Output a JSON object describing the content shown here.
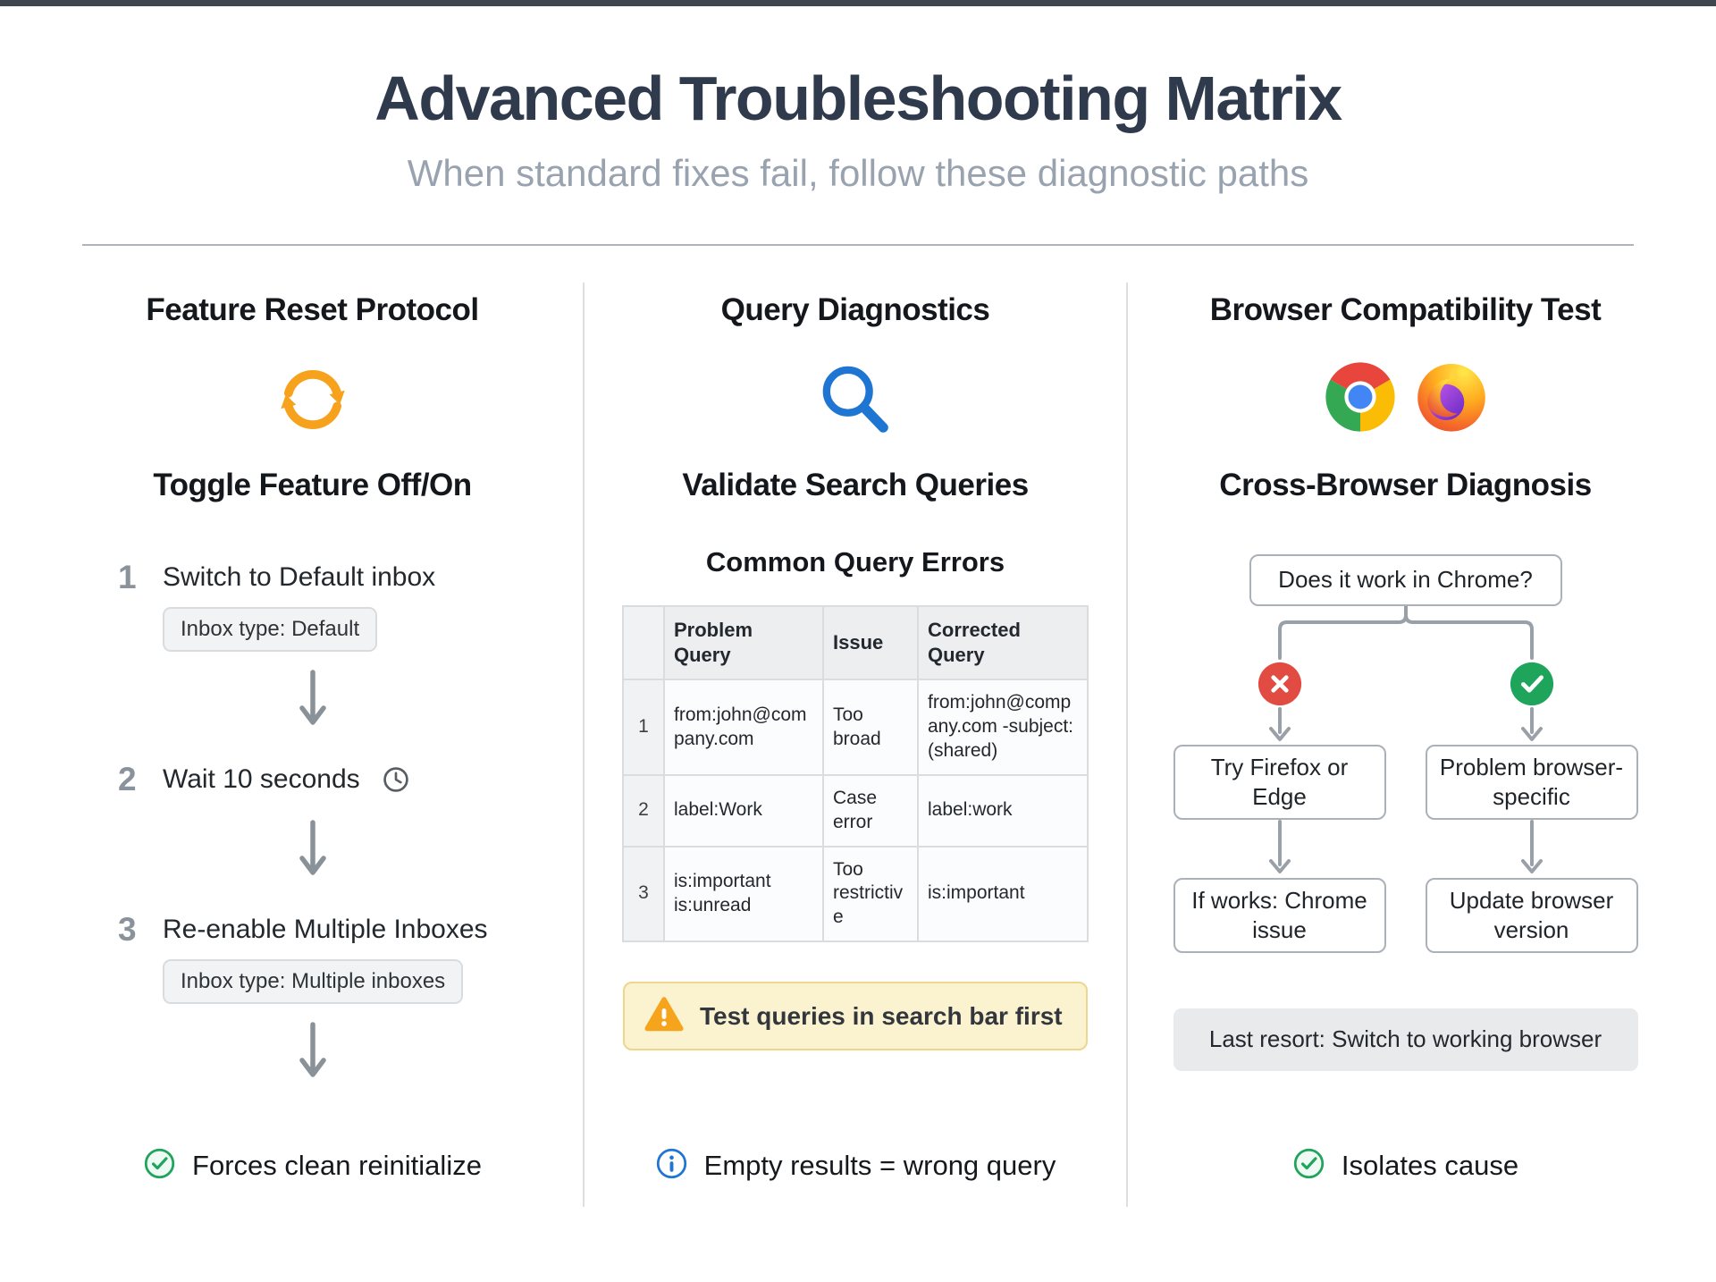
{
  "header": {
    "title": "Advanced Troubleshooting Matrix",
    "subtitle": "When standard fixes fail, follow these diagnostic paths"
  },
  "feature_reset": {
    "title": "Feature Reset Protocol",
    "icon": "refresh-icon",
    "heading": "Toggle Feature Off/On",
    "steps": [
      {
        "num": "1",
        "text": "Switch to Default inbox",
        "badge": "Inbox type: Default"
      },
      {
        "num": "2",
        "text": "Wait 10 seconds",
        "icon": "clock-icon"
      },
      {
        "num": "3",
        "text": "Re-enable Multiple Inboxes",
        "badge": "Inbox type: Multiple inboxes"
      }
    ],
    "result": "Forces clean reinitialize",
    "result_icon": "check-circle-icon"
  },
  "query_diagnostics": {
    "title": "Query Diagnostics",
    "icon": "search-icon",
    "heading": "Validate Search Queries",
    "subheading": "Common Query Errors",
    "table": {
      "headers": [
        "Problem Query",
        "Issue",
        "Corrected Query"
      ],
      "rows": [
        {
          "num": "1",
          "problem": "from:john@company.com",
          "issue": "Too broad",
          "corrected": "from:john@company.com -subject:(shared)"
        },
        {
          "num": "2",
          "problem": "label:Work",
          "issue": "Case error",
          "corrected": "label:work"
        },
        {
          "num": "3",
          "problem": "is:important is:unread",
          "issue": "Too restrictive",
          "corrected": "is:important"
        }
      ]
    },
    "warning": "Test queries in search bar first",
    "warning_icon": "warning-triangle-icon",
    "result": "Empty results = wrong query",
    "result_icon": "info-circle-icon"
  },
  "browser_test": {
    "title": "Browser Compatibility Test",
    "icons": [
      "chrome-icon",
      "firefox-icon"
    ],
    "heading": "Cross-Browser Diagnosis",
    "flow": {
      "question": "Does it work in Chrome?",
      "no": {
        "icon": "x-circle-icon",
        "step1": "Try Firefox or Edge",
        "step2": "If works: Chrome issue"
      },
      "yes": {
        "icon": "check-circle-icon",
        "step1": "Problem browser-specific",
        "step2": "Update browser version"
      }
    },
    "last_resort": "Last resort: Switch to working browser",
    "result": "Isolates cause",
    "result_icon": "check-circle-icon"
  },
  "colors": {
    "accent_orange": "#F6A21C",
    "accent_blue": "#1F76D2",
    "success_green": "#1FA45B",
    "error_red": "#E14B41",
    "warning_bg": "#FBF3CF",
    "warning_border": "#EDD68E",
    "title_slate": "#2F3A4C"
  }
}
